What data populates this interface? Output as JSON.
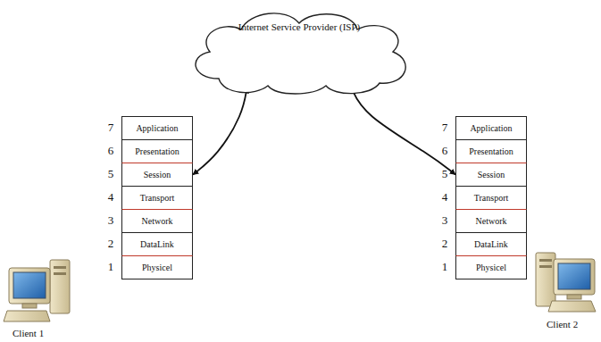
{
  "diagram": {
    "nodes": [
      {
        "text": [
          "Internet Service Provider (ISP)"
        ]
      },
      {
        "text": [
          "Application"
        ]
      },
      {
        "text": [
          "Presentation"
        ]
      },
      {
        "text": [
          "Session"
        ]
      },
      {
        "text": [
          "Transport"
        ]
      },
      {
        "text": [
          "Network"
        ]
      },
      {
        "text": [
          "DataLink"
        ]
      },
      {
        "text": [
          "Physicel"
        ]
      },
      {
        "text": [
          "Application"
        ]
      },
      {
        "text": [
          "Presentation"
        ]
      },
      {
        "text": [
          "Session"
        ]
      },
      {
        "text": [
          "Transport"
        ]
      },
      {
        "text": [
          "Network"
        ]
      },
      {
        "text": [
          "DataLink"
        ]
      },
      {
        "text": [
          "Physicel"
        ]
      }
    ],
    "edges": [
      {
        "from": 3,
        "to": 0,
        "arrow": "both"
      },
      {
        "from": 0,
        "to": 10,
        "arrow": "both"
      }
    ],
    "labels": [
      "7",
      "6",
      "5",
      "4",
      "3",
      "2",
      "1",
      "7",
      "6",
      "5",
      "4",
      "3",
      "2",
      "1",
      "Client 1",
      "Client 2"
    ]
  }
}
